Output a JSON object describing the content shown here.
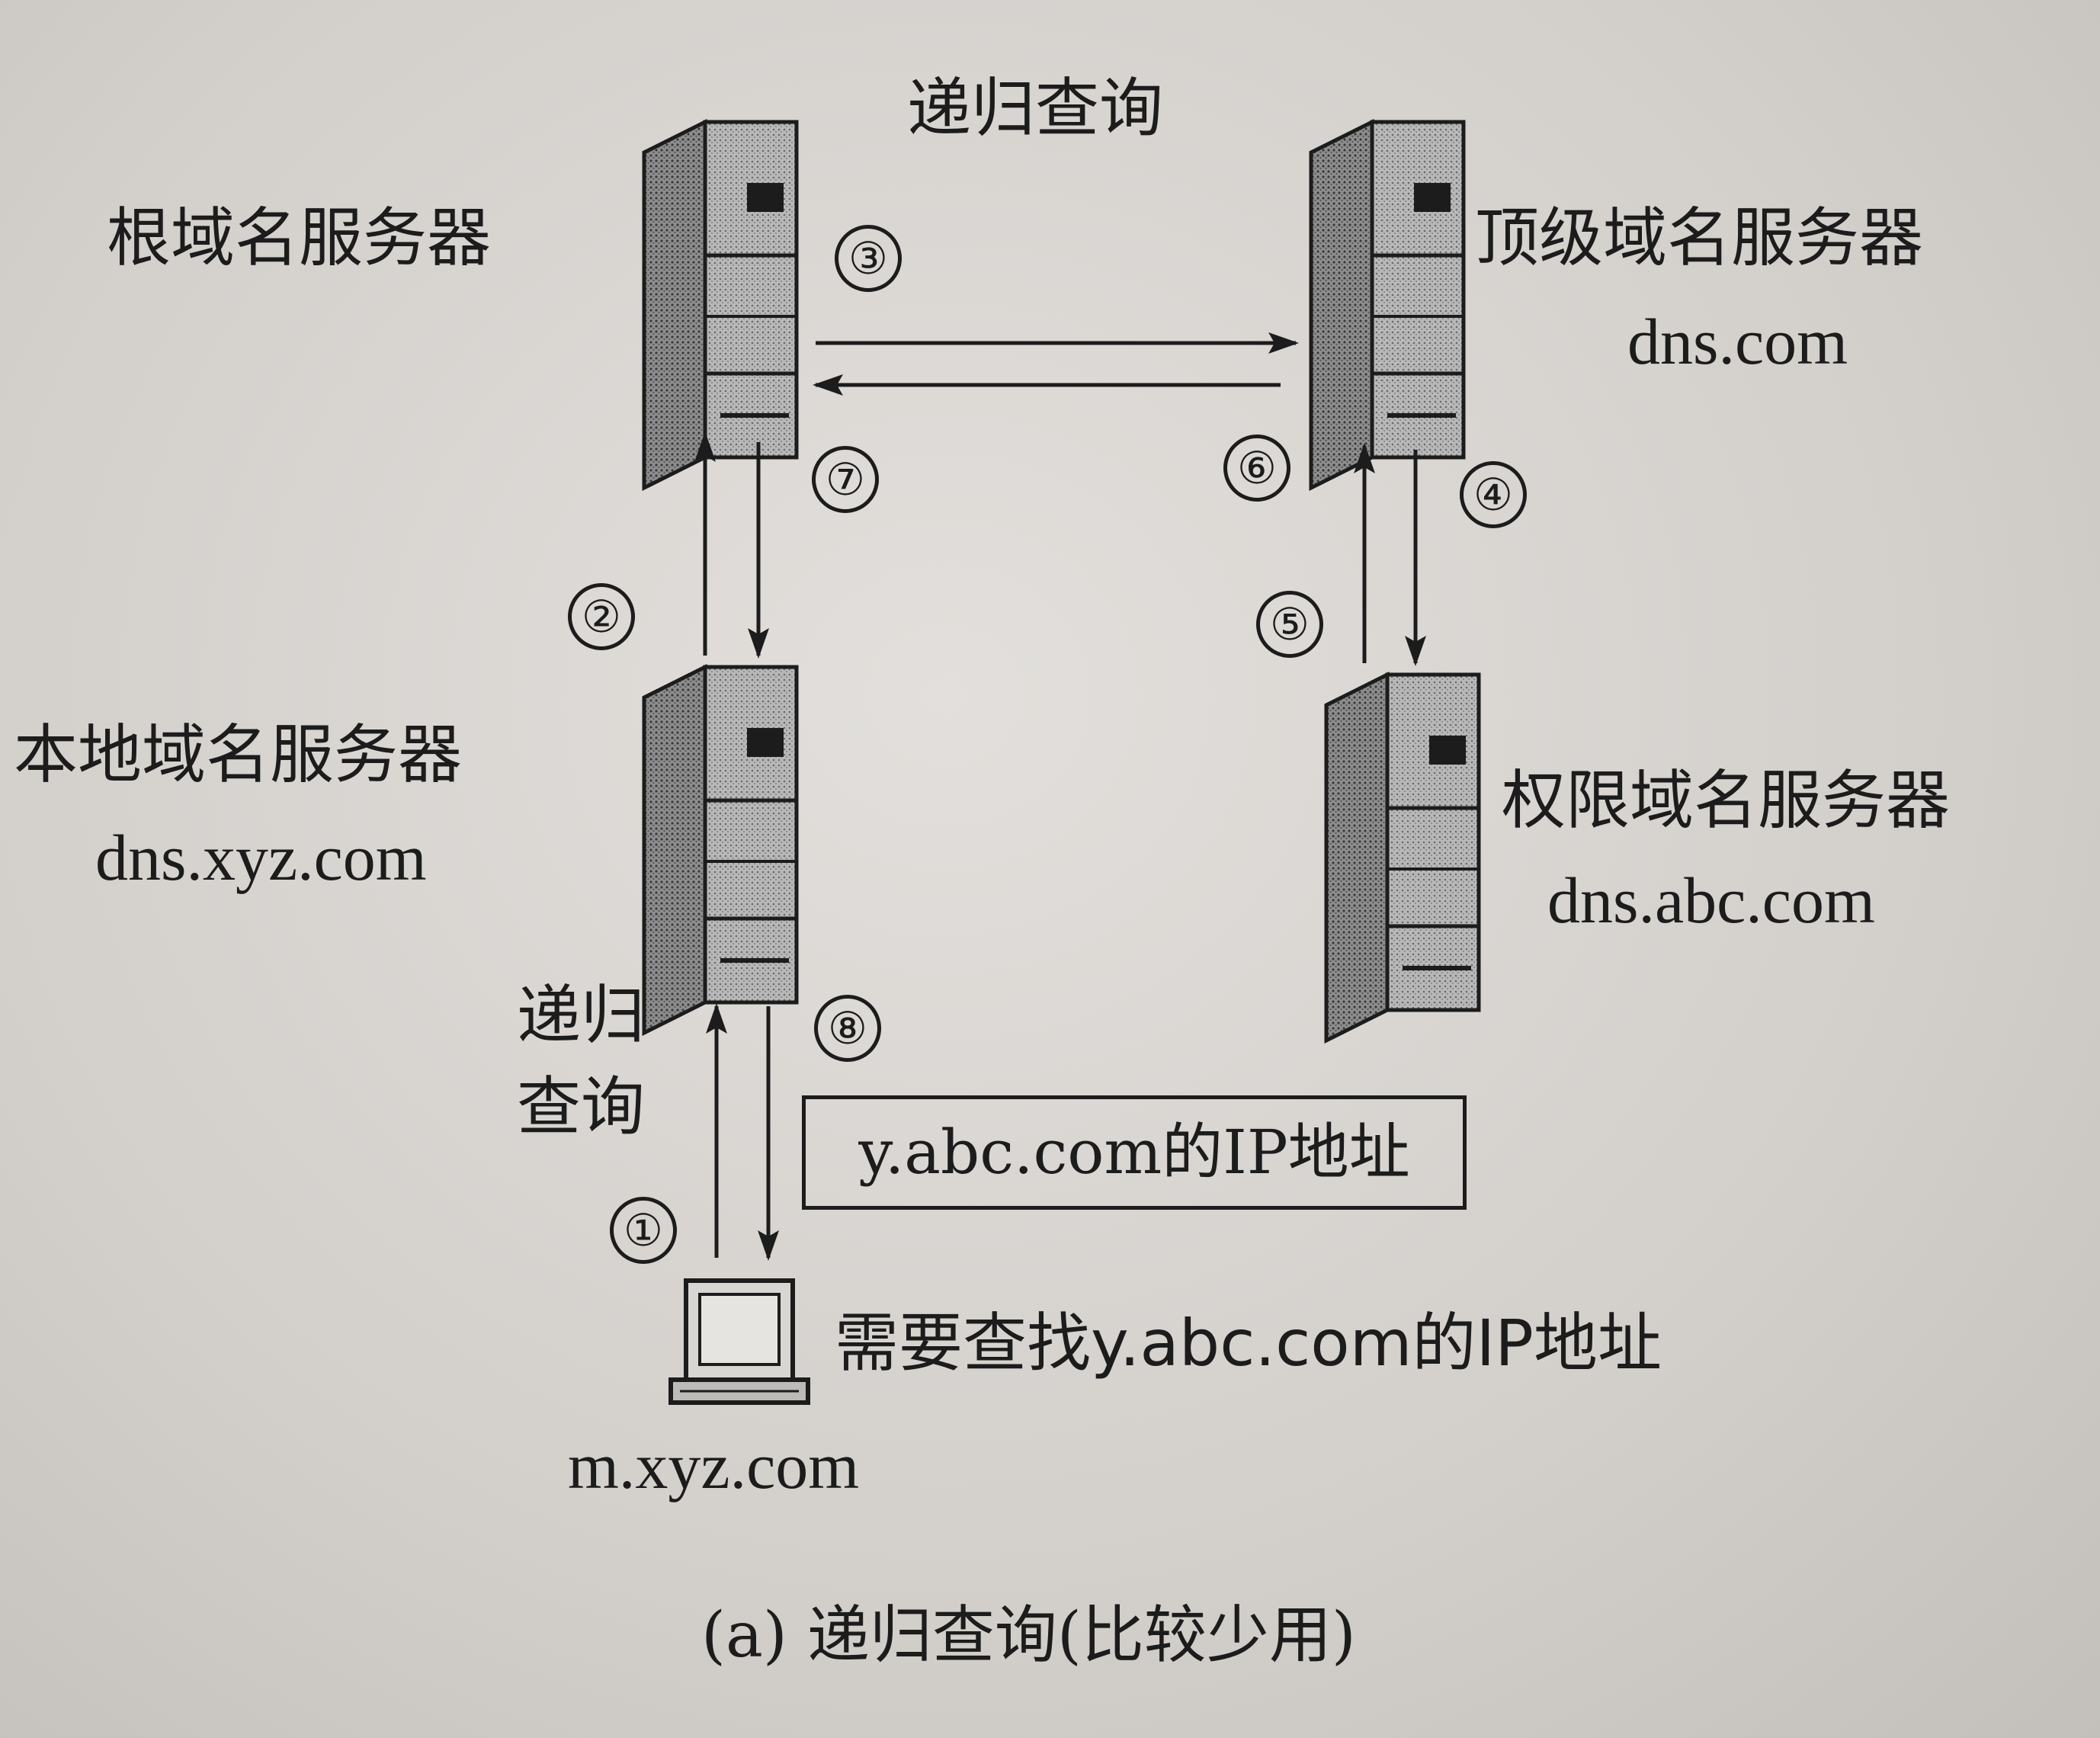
{
  "title": "递归查询",
  "servers": {
    "root": {
      "label": "根域名服务器",
      "domain": ""
    },
    "tld": {
      "label": "顶级域名服务器",
      "domain": "dns.com"
    },
    "local": {
      "label": "本地域名服务器",
      "domain": "dns.xyz.com"
    },
    "authoritative": {
      "label": "权限域名服务器",
      "domain": "dns.abc.com"
    }
  },
  "client": {
    "host": "m.xyz.com",
    "request": "需要查找y.abc.com的IP地址"
  },
  "query_label": {
    "line1": "递归",
    "line2": "查询"
  },
  "answer_box": "y.abc.com的IP地址",
  "steps": [
    "①",
    "②",
    "③",
    "④",
    "⑤",
    "⑥",
    "⑦",
    "⑧"
  ],
  "caption": "(a) 递归查询(比较少用)",
  "colors": {
    "ink": "#1c1c1c",
    "paper": "#d6d2ce"
  }
}
